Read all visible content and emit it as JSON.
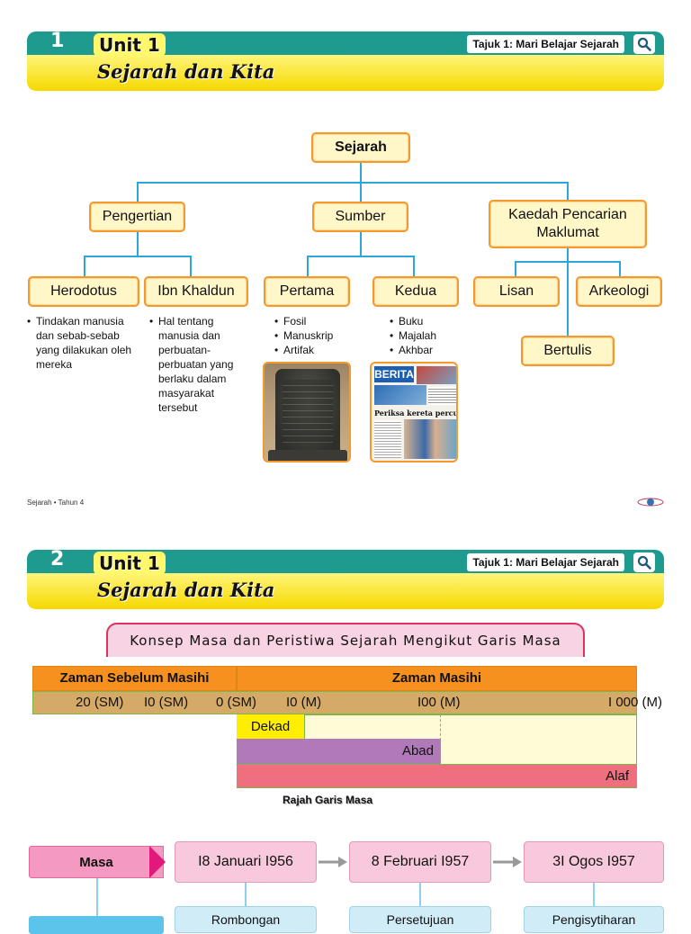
{
  "page1": {
    "number": "1",
    "unit": "Unit 1",
    "title": "Sejarah dan Kita",
    "tajuk": "Tajuk 1: Mari Belajar Sejarah",
    "root": "Sejarah",
    "level1": [
      "Pengertian",
      "Sumber",
      "Kaedah Pencarian Maklumat"
    ],
    "level2": [
      "Herodotus",
      "Ibn Khaldun",
      "Pertama",
      "Kedua",
      "Lisan",
      "Arkeologi",
      "Bertulis"
    ],
    "herodotus_points": [
      "Tindakan manusia dan sebab-sebab yang dilakukan oleh mereka"
    ],
    "ibnkhaldun_points": [
      "Hal tentang manusia dan perbuatan-perbuatan yang berlaku dalam masyarakat tersebut"
    ],
    "pertama_points": [
      "Fosil",
      "Manuskrip",
      "Artifak"
    ],
    "kedua_points": [
      "Buku",
      "Majalah",
      "Akhbar"
    ],
    "newspaper_title": "BERITA",
    "newspaper_headline": "Periksa kereta percuma",
    "footer_left": "Sejarah • Tahun 4"
  },
  "page2": {
    "number": "2",
    "unit": "Unit 1",
    "title": "Sejarah dan Kita",
    "tajuk": "Tajuk 1: Mari Belajar Sejarah",
    "concept_title": "Konsep Masa dan Peristiwa Sejarah Mengikut Garis Masa",
    "era_bc": "Zaman Sebelum Masihi",
    "era_ad": "Zaman Masihi",
    "scale": [
      "20 (SM)",
      "I0 (SM)",
      "0 (SM)",
      "I0 (M)",
      "I00 (M)",
      "I 000 (M)"
    ],
    "periods": [
      "Dekad",
      "Abad",
      "Alaf"
    ],
    "caption": "Rajah Garis Masa",
    "masa_label": "Masa",
    "dates": [
      "I8 Januari I956",
      "8 Februari I957",
      "3I Ogos I957"
    ],
    "events": [
      "Rombongan",
      "Persetujuan",
      "Pengisytiharan"
    ]
  },
  "colors": {
    "header_teal": "#1f9a8f",
    "header_yellow": "#f6d800",
    "box_border": "#f29a2e",
    "connector": "#2aa7dd",
    "era_orange": "#f6901e",
    "scale_tan": "#d4aa66",
    "dekad_yellow": "#ffee00",
    "abad_purple": "#b07ab8",
    "alaf_red": "#ef6f7e",
    "masa_pink": "#f49ac1"
  }
}
